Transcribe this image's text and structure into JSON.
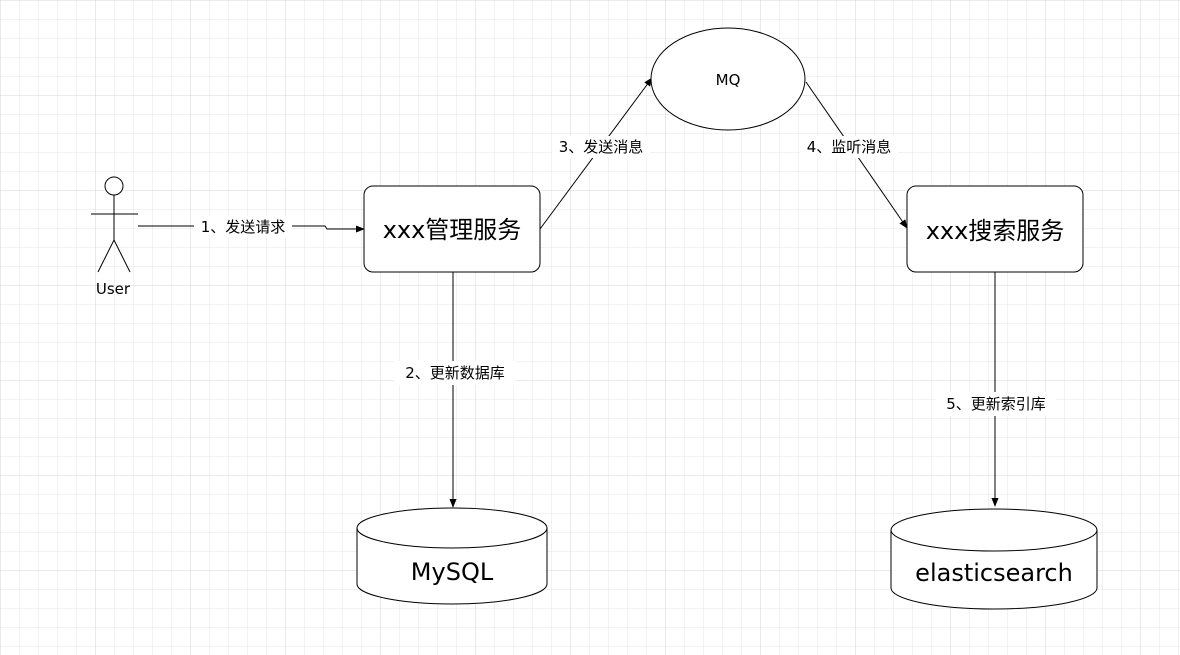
{
  "diagram": {
    "actor": {
      "label": "User"
    },
    "nodes": {
      "manage": {
        "label": "xxx管理服务"
      },
      "search": {
        "label": "xxx搜索服务"
      },
      "mq": {
        "label": "MQ"
      },
      "mysql": {
        "label": "MySQL"
      },
      "es": {
        "label": "elasticsearch"
      }
    },
    "edges": {
      "send_request": {
        "label": "1、发送请求"
      },
      "update_db": {
        "label": "2、更新数据库"
      },
      "send_msg": {
        "label": "3、发送消息"
      },
      "listen_msg": {
        "label": "4、监听消息"
      },
      "update_index": {
        "label": "5、更新索引库"
      }
    }
  },
  "colors": {
    "grid": "#e6e6e6",
    "stroke": "#000000",
    "fill": "#ffffff"
  }
}
